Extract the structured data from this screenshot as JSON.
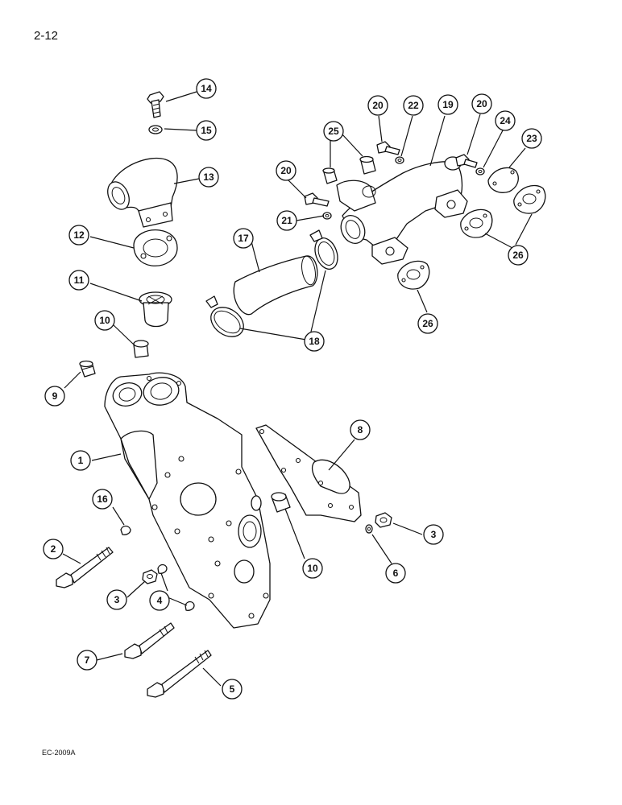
{
  "page": {
    "label": "2-12",
    "ref_code": "EC-2009A"
  },
  "callouts": [
    {
      "id": "c14",
      "text": "14"
    },
    {
      "id": "c15",
      "text": "15"
    },
    {
      "id": "c13",
      "text": "13"
    },
    {
      "id": "c12",
      "text": "12"
    },
    {
      "id": "c11",
      "text": "11"
    },
    {
      "id": "c10a",
      "text": "10"
    },
    {
      "id": "c9",
      "text": "9"
    },
    {
      "id": "c1",
      "text": "1"
    },
    {
      "id": "c16",
      "text": "16"
    },
    {
      "id": "c2",
      "text": "2"
    },
    {
      "id": "c3a",
      "text": "3"
    },
    {
      "id": "c4",
      "text": "4"
    },
    {
      "id": "c7",
      "text": "7"
    },
    {
      "id": "c5",
      "text": "5"
    },
    {
      "id": "c10b",
      "text": "10"
    },
    {
      "id": "c6",
      "text": "6"
    },
    {
      "id": "c3b",
      "text": "3"
    },
    {
      "id": "c8",
      "text": "8"
    },
    {
      "id": "c17",
      "text": "17"
    },
    {
      "id": "c18",
      "text": "18"
    },
    {
      "id": "c20a",
      "text": "20"
    },
    {
      "id": "c21",
      "text": "21"
    },
    {
      "id": "c25",
      "text": "25"
    },
    {
      "id": "c20b",
      "text": "20"
    },
    {
      "id": "c22",
      "text": "22"
    },
    {
      "id": "c19",
      "text": "19"
    },
    {
      "id": "c20c",
      "text": "20"
    },
    {
      "id": "c24",
      "text": "24"
    },
    {
      "id": "c23",
      "text": "23"
    },
    {
      "id": "c26a",
      "text": "26"
    },
    {
      "id": "c26b",
      "text": "26"
    }
  ]
}
